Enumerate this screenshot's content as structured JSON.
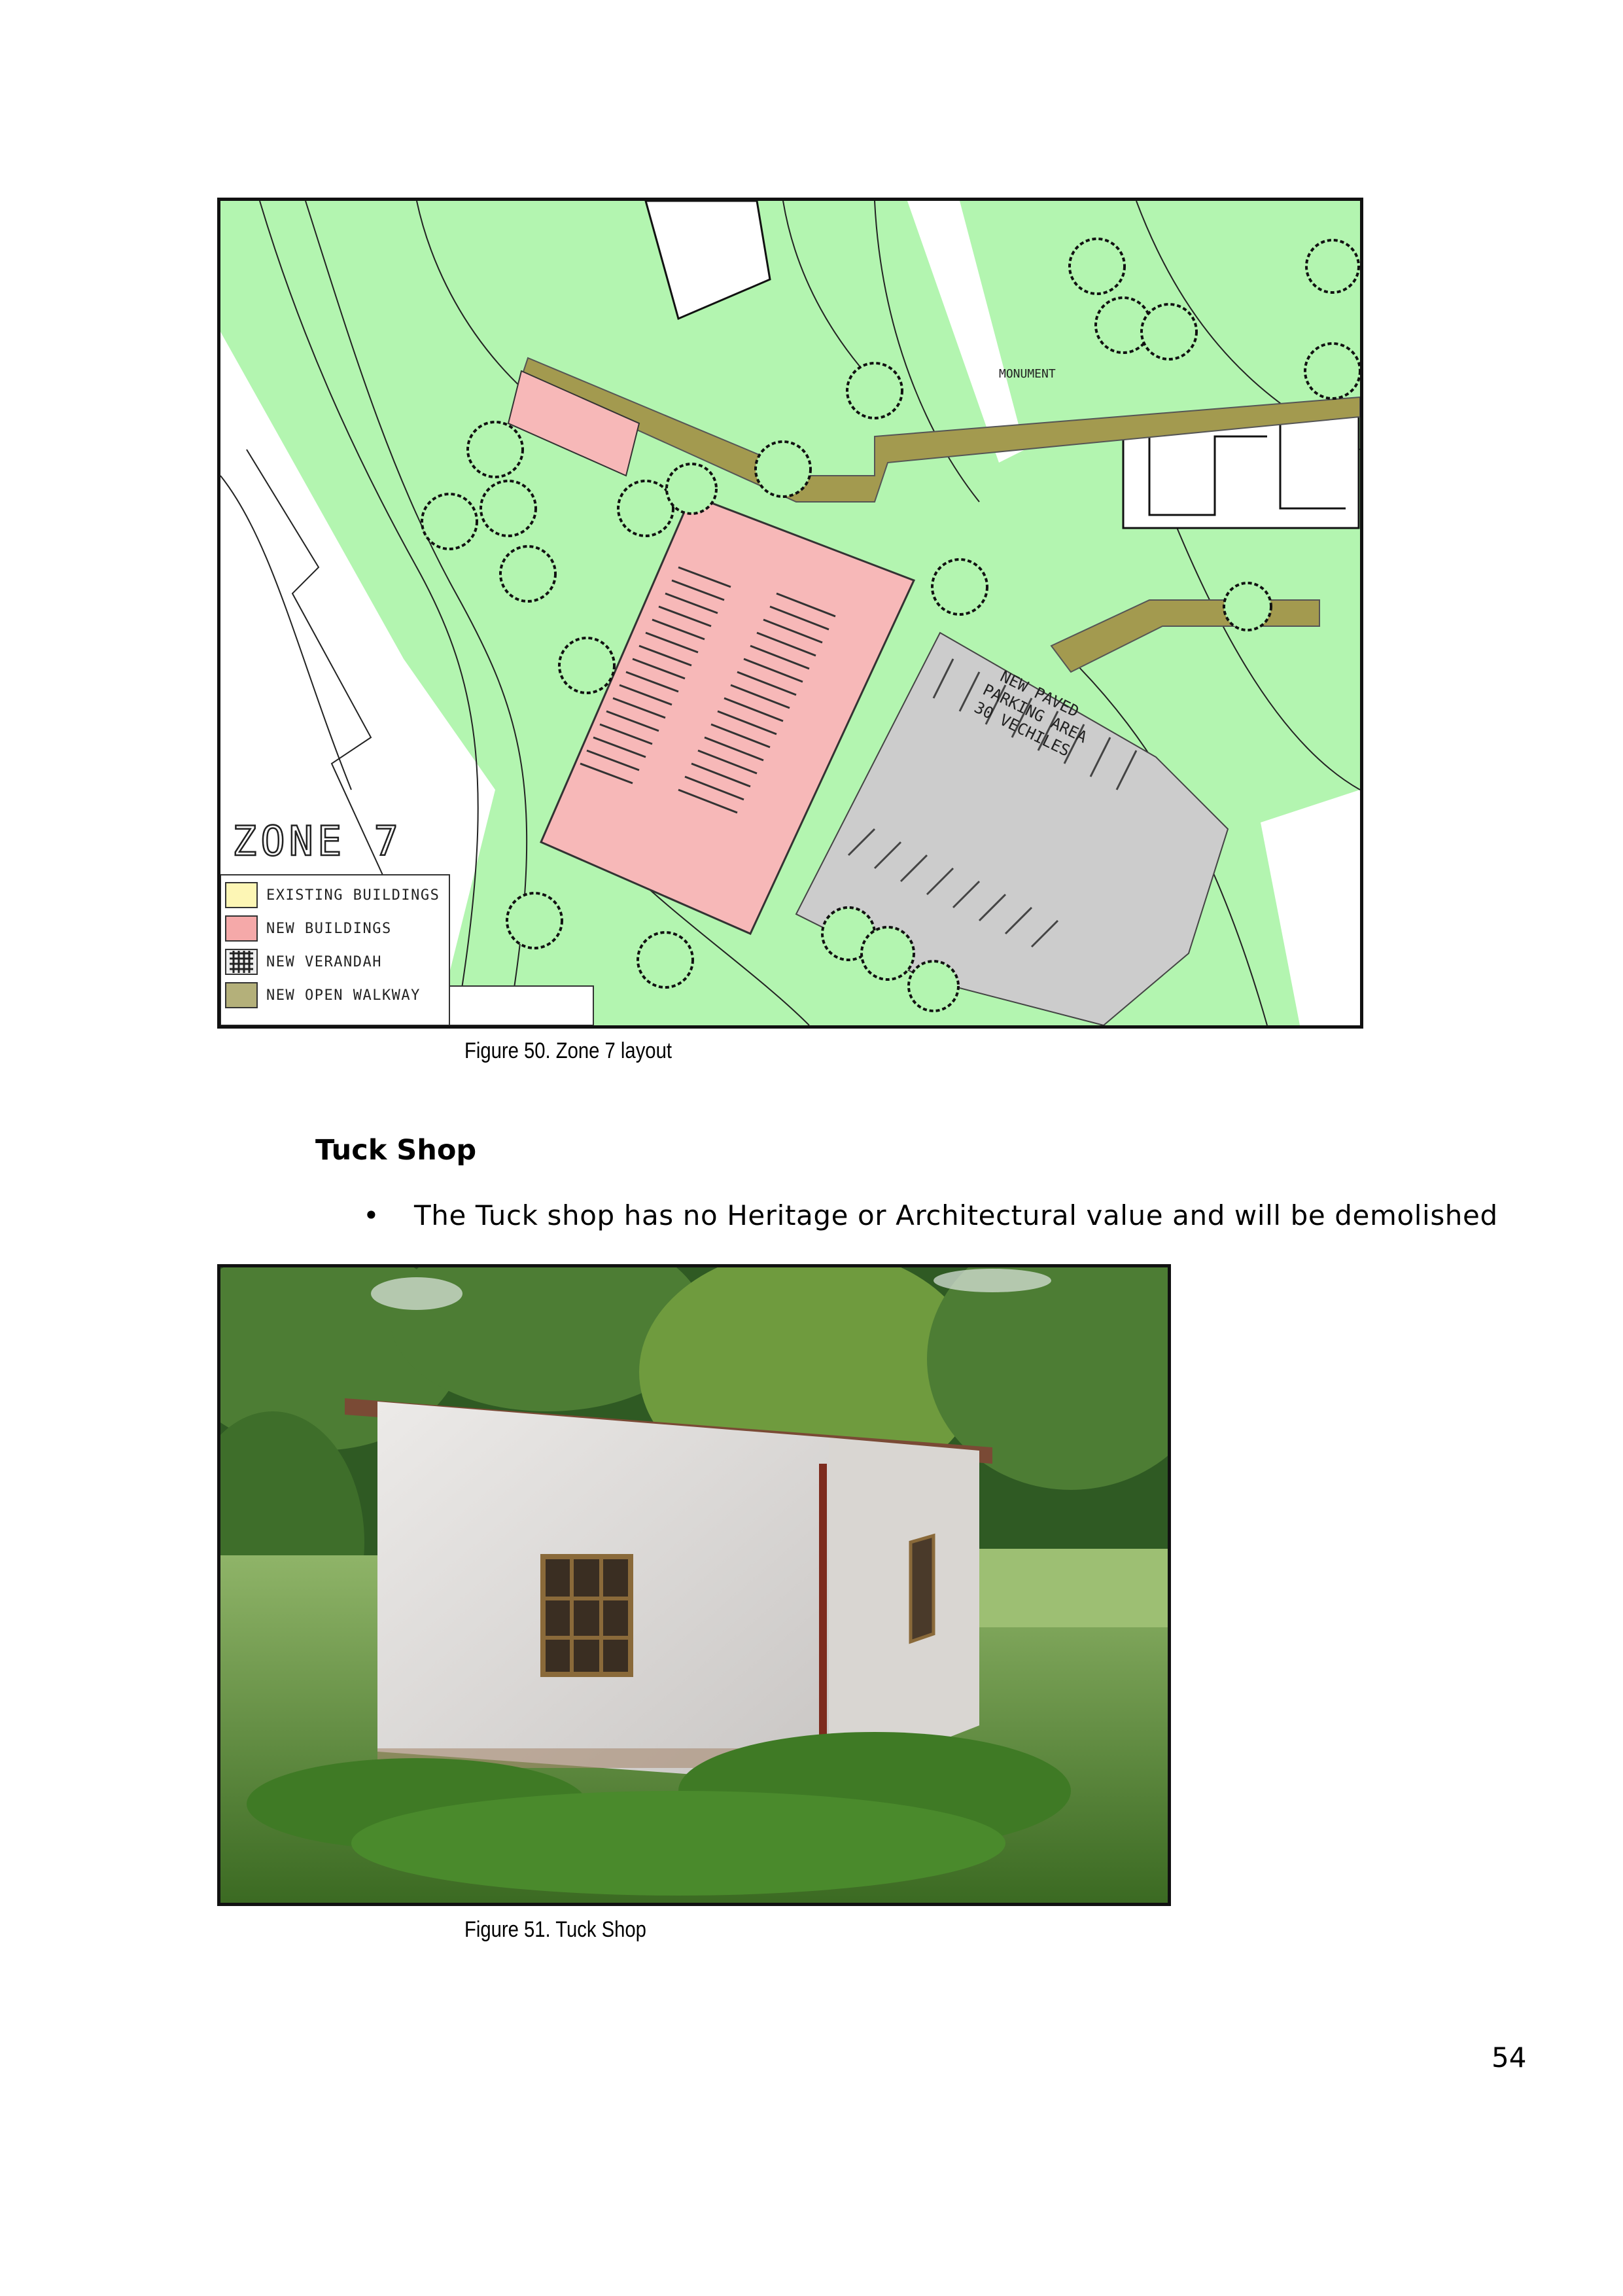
{
  "figure50": {
    "caption": "Figure 50. Zone 7 layout",
    "zone_label": "ZONE 7",
    "monument_label": "MONUMENT",
    "parking_label": [
      "NEW PAVED",
      "PARKING AREA",
      "30 VECHILES"
    ],
    "legend": [
      {
        "label": "EXISTING BUILDINGS",
        "color": "#fdf6b5"
      },
      {
        "label": "NEW BUILDINGS",
        "color": "#f5a9a9"
      },
      {
        "label": "NEW VERANDAH",
        "color": "#333333"
      },
      {
        "label": "NEW OPEN WALKWAY",
        "color": "#b4b07a"
      }
    ],
    "colors": {
      "vegetation": "#b3f5b0",
      "new_building": "#f7b8b8",
      "walkway": "#a39a4f",
      "parking": "#cccccc"
    }
  },
  "section": {
    "heading": "Tuck Shop",
    "bullets": [
      "The Tuck shop has no Heritage or Architectural value and will be demolished"
    ]
  },
  "figure51": {
    "caption": "Figure 51. Tuck Shop"
  },
  "page_number": "54"
}
